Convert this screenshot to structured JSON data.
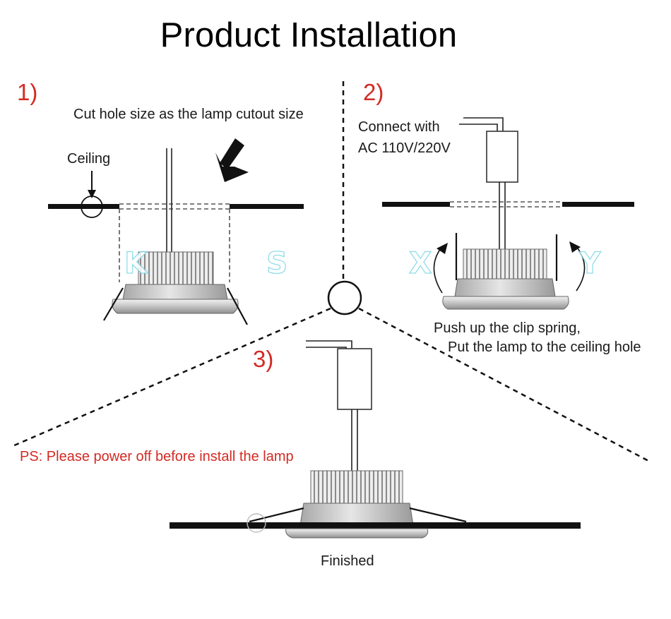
{
  "title": "Product Installation",
  "steps": {
    "one": {
      "number": "1)",
      "instruction": "Cut hole size as the lamp cutout size",
      "ceiling_label": "Ceiling"
    },
    "two": {
      "number": "2)",
      "connect_line1": "Connect with",
      "connect_line2": "AC 110V/220V",
      "push_line1": "Push up the clip spring,",
      "push_line2": "Put the lamp to the ceiling hole"
    },
    "three": {
      "number": "3)",
      "warning": "PS: Please power off before install the lamp",
      "finished": "Finished"
    }
  },
  "watermark": [
    "K",
    "S",
    "X",
    "Y"
  ],
  "colors": {
    "step_number": "#d42a24",
    "warning": "#d42a24",
    "watermark_outline": "#7fd7e6",
    "line": "#111111",
    "lamp_body": "#d4d4d4"
  }
}
